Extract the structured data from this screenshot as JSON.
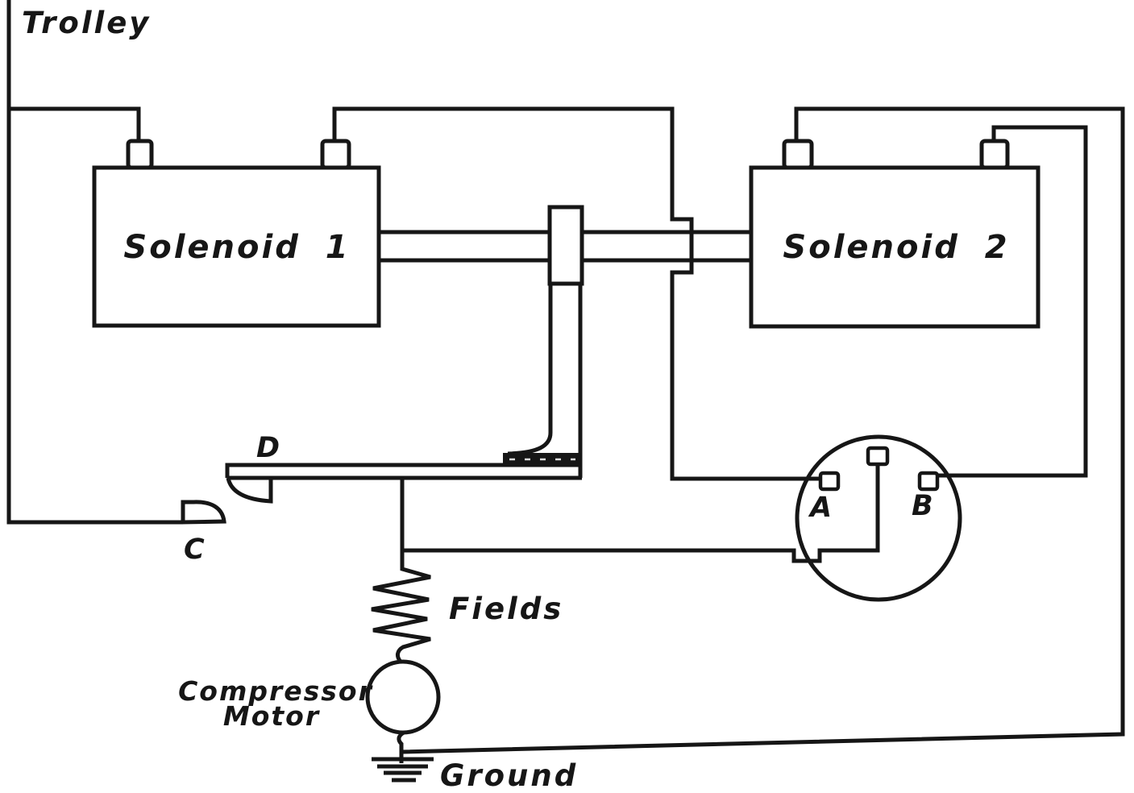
{
  "colors": {
    "ink": "#161616",
    "paper": "#ffffff"
  },
  "labels": {
    "trolley": "Trolley",
    "solenoid_1": "Solenoid 1",
    "solenoid_2": "Solenoid 2",
    "contact_d": "D",
    "contact_c": "C",
    "contact_a": "A",
    "contact_b": "B",
    "fields": "Fields",
    "compressor_line1": "Compressor",
    "compressor_line2": "Motor",
    "ground": "Ground"
  }
}
